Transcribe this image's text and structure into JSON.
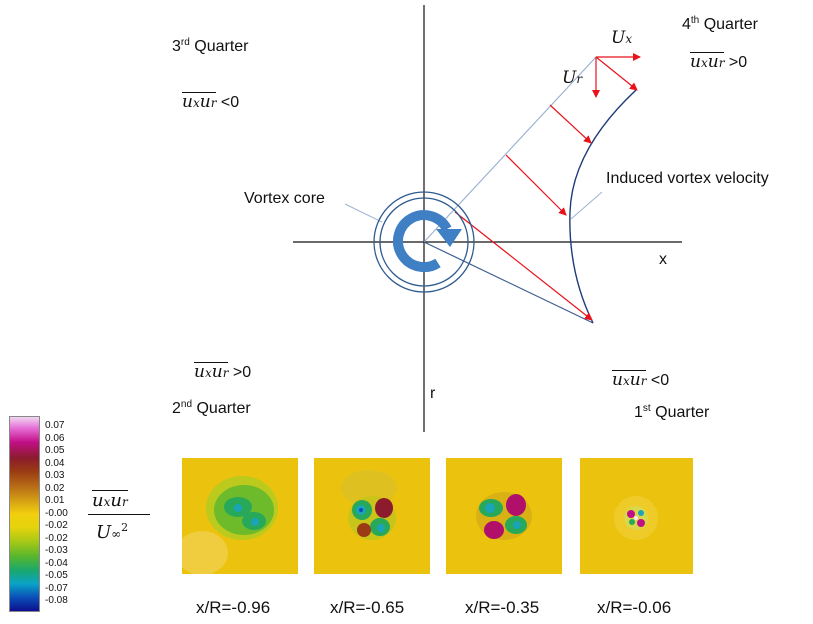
{
  "quarters": {
    "q3": {
      "num": "3",
      "sup": "rd",
      "word": "Quarter",
      "sign": "<0"
    },
    "q4": {
      "num": "4",
      "sup": "th",
      "word": "Quarter",
      "sign": ">0"
    },
    "q2": {
      "num": "2",
      "sup": "nd",
      "word": "Quarter",
      "sign": ">0"
    },
    "q1": {
      "num": "1",
      "sup": "st",
      "word": "Quarter",
      "sign": "<0"
    }
  },
  "symbols": {
    "u": "u",
    "x": "x",
    "r": "r",
    "U": "U",
    "inf": "∞",
    "sq": "2"
  },
  "labels": {
    "vortex_core": "Vortex core",
    "induced_velocity": "Induced vortex velocity",
    "x_axis": "x",
    "r_axis": "r"
  },
  "colorbar": {
    "ticks": [
      "0.07",
      "0.06",
      "0.05",
      "0.04",
      "0.03",
      "0.02",
      "0.01",
      "-0.00",
      "-0.02",
      "-0.02",
      "-0.03",
      "-0.04",
      "-0.05",
      "-0.07",
      "-0.08"
    ]
  },
  "panels": [
    {
      "label": "x/R=-0.96"
    },
    {
      "label": "x/R=-0.65"
    },
    {
      "label": "x/R=-0.35"
    },
    {
      "label": "x/R=-0.06"
    }
  ],
  "colors": {
    "axis": "#111111",
    "velocity_arrows": "#e8121b",
    "profile_curve": "#1f3b7a",
    "vortex_core_ring": "#2e5b8f",
    "vortex_arrow": "#3f7fc4",
    "field_background": "#ebc30f"
  }
}
